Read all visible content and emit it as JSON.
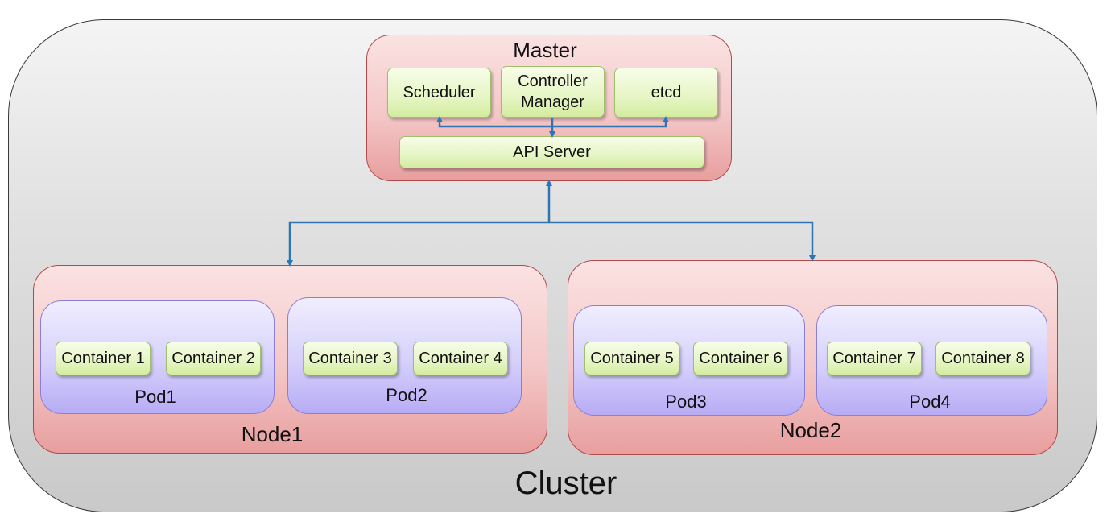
{
  "cluster": {
    "label": "Cluster"
  },
  "master": {
    "label": "Master",
    "components": [
      "Scheduler",
      "Controller Manager",
      "etcd"
    ],
    "api_server": "API Server"
  },
  "nodes": [
    {
      "label": "Node1",
      "pods": [
        {
          "label": "Pod1",
          "containers": [
            "Container 1",
            "Container 2"
          ]
        },
        {
          "label": "Pod2",
          "containers": [
            "Container 3",
            "Container 4"
          ]
        }
      ]
    },
    {
      "label": "Node2",
      "pods": [
        {
          "label": "Pod3",
          "containers": [
            "Container 5",
            "Container 6"
          ]
        },
        {
          "label": "Pod4",
          "containers": [
            "Container 7",
            "Container 8"
          ]
        }
      ]
    }
  ],
  "colors": {
    "arrow": "#2e75b6",
    "node_fill": "#f4c7c7",
    "pod_fill": "#d6d0fb",
    "component_fill": "#e6f5c4",
    "cluster_fill": "#d9d9d9"
  }
}
